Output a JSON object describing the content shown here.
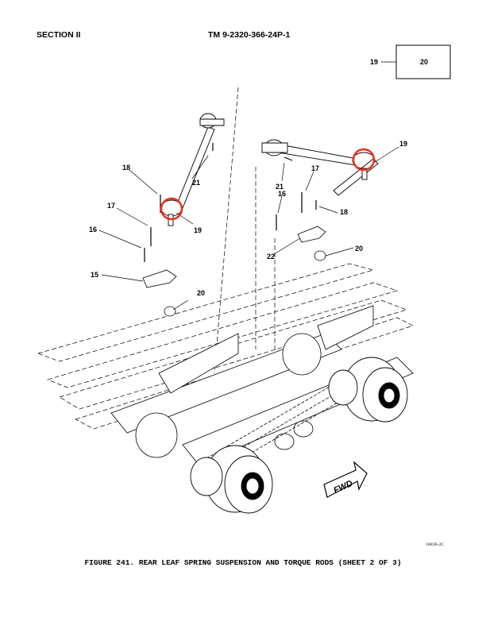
{
  "header": {
    "section": "SECTION II",
    "tm_number": "TM 9-2320-366-24P-1"
  },
  "figure": {
    "caption": "FIGURE 241. REAR LEAF SPRING SUSPENSION AND TORQUE RODS (SHEET 2 OF 3)",
    "drawing_id": "1601B-2C",
    "callouts": {
      "c15": "15",
      "c16a": "16",
      "c17a": "17",
      "c18a": "18",
      "c19a": "19",
      "c20a": "20",
      "c21a": "21",
      "c16b": "16",
      "c17b": "17",
      "c18b": "18",
      "c19b": "19",
      "c20b": "20",
      "c21b": "21",
      "c22": "22"
    },
    "locator": {
      "index": "19",
      "box": "20"
    },
    "fwd_label": "FWD",
    "highlight_color": "#e8321e"
  }
}
